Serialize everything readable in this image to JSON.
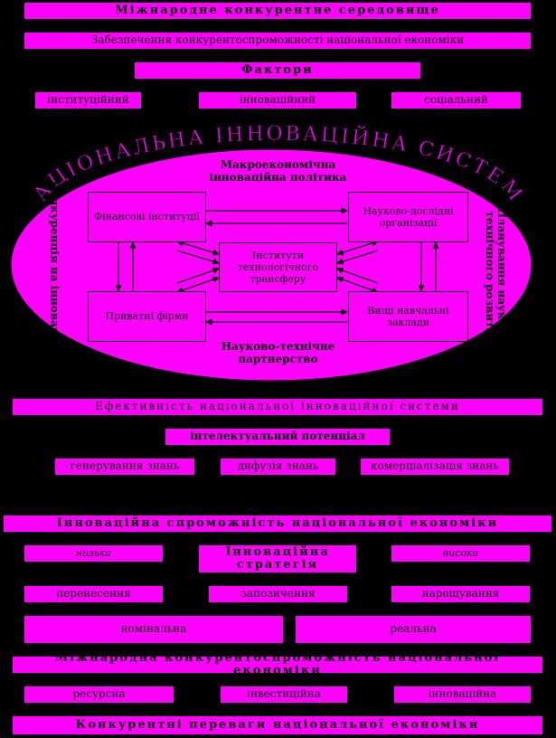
{
  "top": {
    "title": "Міжнародне конкурентне середовище",
    "subtitle": "Забезпечення конкурентоспроможності національної економіки",
    "factors_title": "Фактори",
    "factors": [
      "інституційний",
      "інноваційний",
      "соціальний"
    ]
  },
  "nis": {
    "arc_title": "НАЦІОНАЛЬНА ІННОВАЦІЙНА СИСТЕМА",
    "macro_policy": "Макроекономічна інноваційна політика",
    "financial": "Фінансові інституції",
    "research": "Науково-дослідні організації",
    "transfer": "Інститути технологічного трансферу",
    "private": "Приватні фірми",
    "universities": "Вищі навчальні заклади",
    "partnership": "Науково-технічне партнерство",
    "left_vertical": "Конкуренція на інноваційній основі",
    "right_vertical": "Планування науково-технічного розвитку"
  },
  "efficiency": {
    "title": "Ефективність національної інноваційної системи",
    "potential": "інтелектуальний потенціал",
    "items": [
      "генерування знань",
      "дифузія знань",
      "комерціалізація знань"
    ]
  },
  "capacity": {
    "title": "Інноваційна спроможність національної економіки",
    "left": "низька",
    "strategy": "Інноваційна стратегія",
    "right": "висока",
    "strategies": [
      "перенесення",
      "запозичення",
      "нарощування"
    ],
    "types": [
      "номінальна",
      "реальна"
    ]
  },
  "competitiveness": {
    "title": "Міжнародна конкурентоспроможність національної економіки",
    "items": [
      "ресурсна",
      "інвестиційна",
      "інноваційна"
    ],
    "bottom": "Конкурентні переваги національної економіки"
  }
}
